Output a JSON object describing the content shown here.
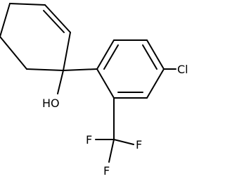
{
  "molecule": {
    "labels": {
      "hydroxyl": "HO",
      "chlorine": "Cl",
      "fluorine_1": "F",
      "fluorine_2": "F",
      "fluorine_3": "F"
    }
  },
  "colors": {
    "bond": "#000000",
    "background": "#ffffff"
  }
}
